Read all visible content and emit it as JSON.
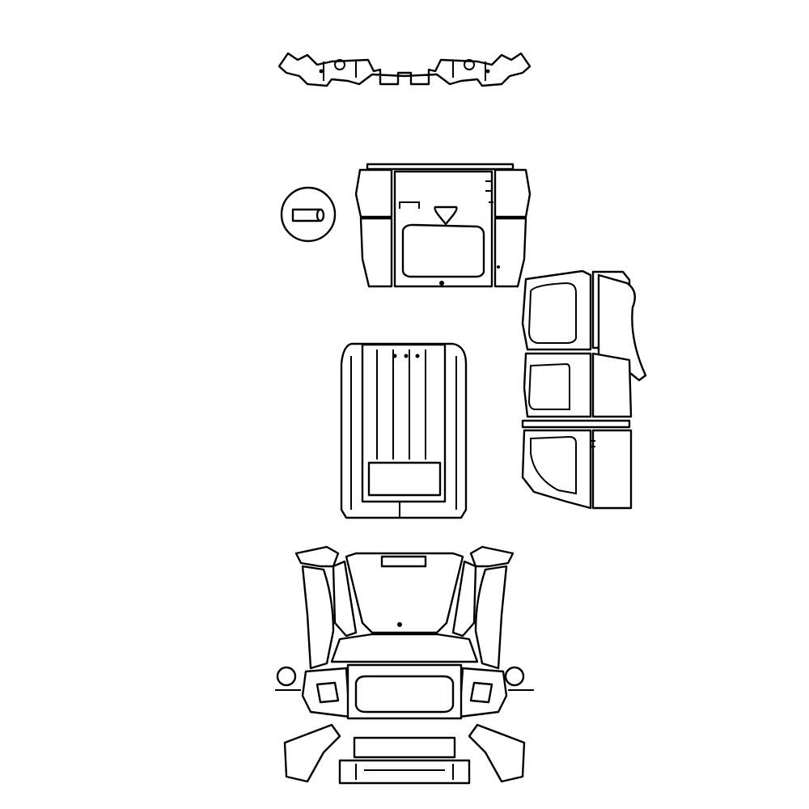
{
  "colors": {
    "background": "#ffffff",
    "stroke": "#000000"
  },
  "parts": [
    "rear-bumper",
    "tailgate",
    "detail-callout",
    "roof",
    "side-doors",
    "front-assembly"
  ]
}
